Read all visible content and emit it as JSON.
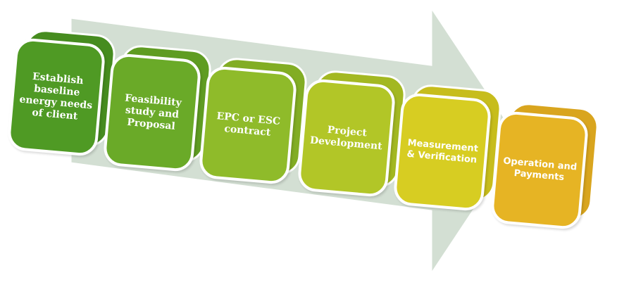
{
  "steps": [
    {
      "label": "Establish baseline energy needs of client",
      "color": "#4f9a24",
      "back": "#468c1f"
    },
    {
      "label": "Feasibility study and Proposal",
      "color": "#6aaa28",
      "back": "#5f9c22"
    },
    {
      "label": "EPC or ESC contract",
      "color": "#8fbb2a",
      "back": "#82ad24"
    },
    {
      "label": "Project Development",
      "color": "#b2c627",
      "back": "#a3b821"
    },
    {
      "label": "Measurement & Verification",
      "color": "#d7cd22",
      "back": "#c7bd1c"
    },
    {
      "label": "Operation and Payments",
      "color": "#e6b424",
      "back": "#d9a51e"
    }
  ],
  "arrow_color": "#d3dfd3"
}
